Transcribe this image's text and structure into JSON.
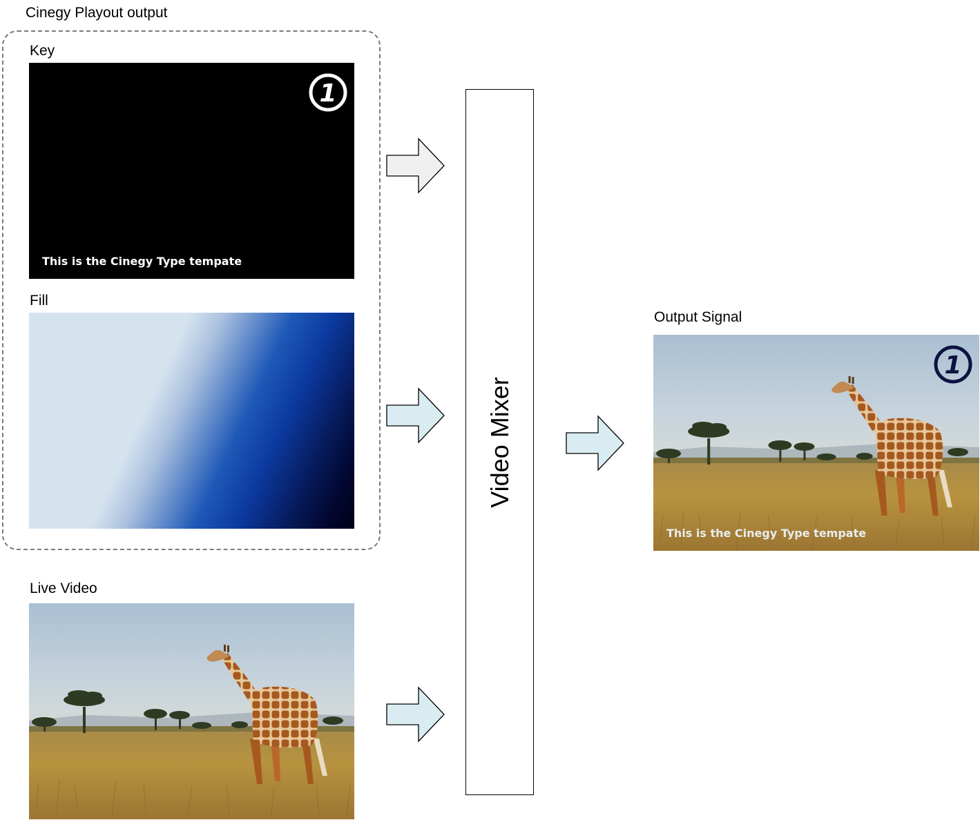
{
  "group": {
    "label": "Cinegy Playout output"
  },
  "key": {
    "label": "Key",
    "overlay_text": "This is the Cinegy Type tempate",
    "badge_text": "1"
  },
  "fill": {
    "label": "Fill"
  },
  "live": {
    "label": "Live Video"
  },
  "mixer": {
    "label": "Video Mixer"
  },
  "output": {
    "label": "Output Signal",
    "overlay_text": "This is the Cinegy Type tempate",
    "badge_text": "1"
  },
  "colors": {
    "key_arrow_fill": "#f0f0f0",
    "video_arrow_fill": "#d8ecf1",
    "badge_key": "#ffffff",
    "badge_output": "#0d1240"
  }
}
